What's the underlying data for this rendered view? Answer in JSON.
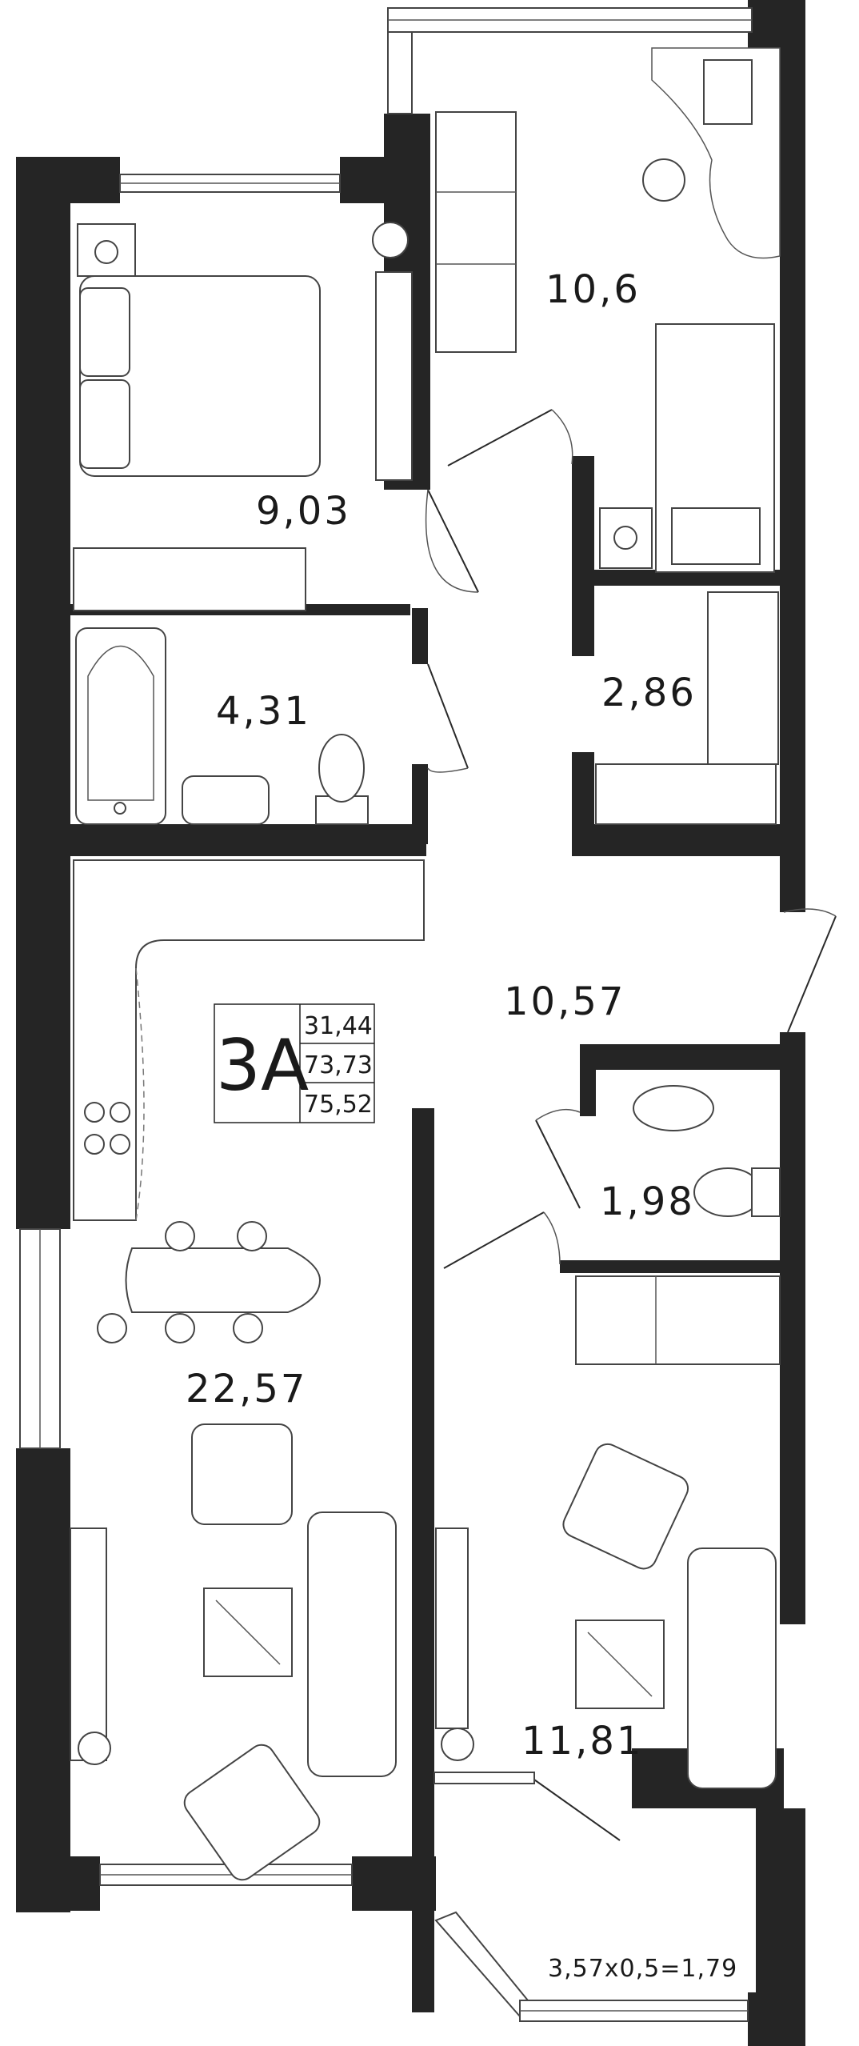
{
  "plan": {
    "type_label": "3А",
    "areas": {
      "living": "31,44",
      "total": "73,73",
      "total_with_balcony": "75,52"
    },
    "rooms": [
      {
        "id": "bedroom-1",
        "area": "9,03"
      },
      {
        "id": "bedroom-2",
        "area": "10,6"
      },
      {
        "id": "bathroom",
        "area": "4,31"
      },
      {
        "id": "closet",
        "area": "2,86"
      },
      {
        "id": "hallway",
        "area": "10,57"
      },
      {
        "id": "toilet",
        "area": "1,98"
      },
      {
        "id": "kitchen-living",
        "area": "22,57"
      },
      {
        "id": "bedroom-3",
        "area": "11,81"
      }
    ],
    "balcony": "3,57х0,5=1,79"
  }
}
